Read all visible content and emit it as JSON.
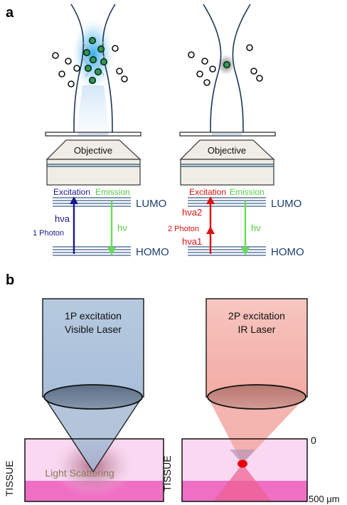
{
  "panel_a": {
    "label": "a",
    "left": {
      "objective_label": "Objective",
      "excitation_label": "Excitation",
      "emission_label": "Emission",
      "lumo_label": "LUMO",
      "homo_label": "HOMO",
      "excitation_photon": "hνa",
      "emission_photon": "hν",
      "photon_count": "1 Photon",
      "excitation_color": "#1a1a8c",
      "emission_color": "#66dd55"
    },
    "right": {
      "objective_label": "Objective",
      "excitation_label": "Excitation",
      "emission_label": "Emission",
      "lumo_label": "LUMO",
      "homo_label": "HOMO",
      "excitation_photon_upper": "hνa2",
      "excitation_photon_lower": "hνa1",
      "emission_photon": "hν",
      "photon_count": "2 Photon",
      "excitation_color": "#dd1111",
      "emission_color": "#66dd55"
    }
  },
  "panel_b": {
    "label": "b",
    "left": {
      "title_line1": "1P excitation",
      "title_line2": "Visible Laser",
      "tissue_label": "TISSUE",
      "scatter_label": "Light Scattering",
      "beam_color": "#b9cbe0"
    },
    "right": {
      "title_line1": "2P excitation",
      "title_line2": "IR Laser",
      "tissue_label": "TISSUE",
      "depth_top": "0",
      "depth_bottom": "500 μm",
      "beam_color": "#f5b7b1",
      "focus_color": "#e8000a"
    }
  }
}
